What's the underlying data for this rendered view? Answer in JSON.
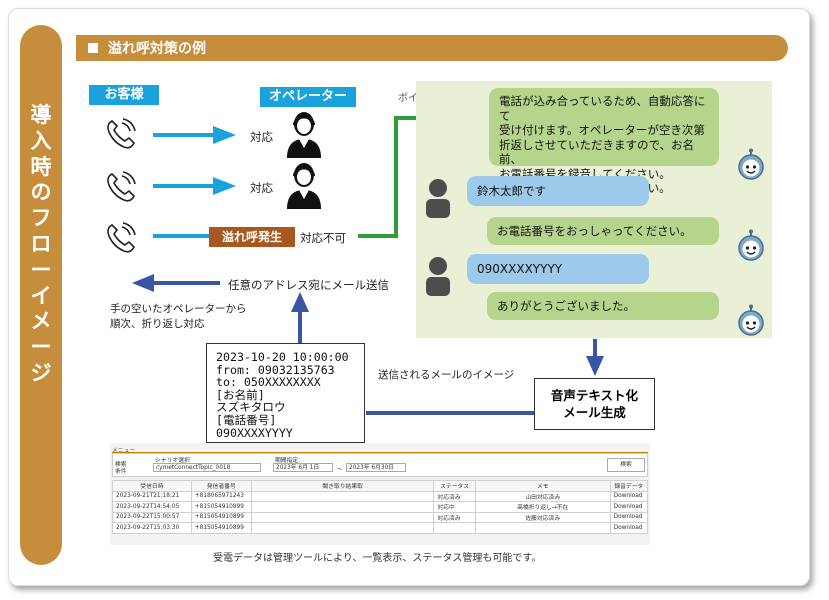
{
  "sidebar_title": [
    "導",
    "入",
    "時",
    "の",
    "フ",
    "ロ",
    "ー",
    "イ",
    "メ",
    "ー",
    "ジ"
  ],
  "header_title": "溢れ呼対策の例",
  "labels": {
    "customer": "お客様",
    "operator": "オペレーター",
    "voicebot": "ボイスボット"
  },
  "flow": {
    "answer1": "対応",
    "answer2": "対応",
    "overflow": "溢れ呼発生",
    "unavailable": "対応不可",
    "mail_send": "任意のアドレス宛にメール送信",
    "callback_line1": "手の空いたオペレーターから",
    "callback_line2": "順次、折り返し対応",
    "mail_image": "送信されるメールのイメージ",
    "voice_to_text_line1": "音声テキスト化",
    "voice_to_text_line2": "メール生成"
  },
  "email_lines": [
    "2023-10-20 10:00:00",
    "from: 09032135763",
    "to: 050XXXXXXXX",
    "[お名前]",
    "スズキタロウ",
    "[電話番号]",
    "090XXXXYYYY"
  ],
  "chat": {
    "bot1": [
      "電話が込み合っているため、自動応答にて",
      "受け付けます。オペレーターが空き次第",
      "折返しさせていただきますので、お名前、",
      "お電話番号を録音してください。",
      "お名前をおっしゃってください。"
    ],
    "user1": "鈴木太郎です",
    "bot2": "お電話番号をおっしゃってください。",
    "user2": "090XXXXYYYY",
    "bot3": "ありがとうございました。"
  },
  "admin": {
    "menu": "メニュー",
    "search_label_1": "検索",
    "search_label_2": "条件",
    "scenario_label": "シナリオ選択",
    "scenario_value": "cymetConnectTopic_0018",
    "period_label": "期間指定:",
    "date_from": "2023年 6月 1日",
    "tilde": "～",
    "date_to": "2023年 6月30日",
    "search_button": "検索",
    "columns": [
      "受信日時",
      "発信者番号",
      "聞き取り結果取",
      "ステータス",
      "メモ",
      "録音データ"
    ],
    "rows": [
      [
        "2023-09-21T21:18:21",
        "+818065971243",
        "",
        "対応済み",
        "山田対応済み",
        "Download"
      ],
      [
        "2023-09-22T14:54:05",
        "+815054910899",
        "",
        "対応中",
        "高橋折り返し→不在",
        "Download"
      ],
      [
        "2023-09-22T15:00:57",
        "+815054910899",
        "",
        "対応済み",
        "佐藤対応済み",
        "Download"
      ],
      [
        "2023-09-22T15:03:30",
        "+815054910899",
        "",
        "",
        "",
        "Download"
      ]
    ]
  },
  "caption": "受電データは管理ツールにより、一覧表示、ステータス管理も可能です。",
  "colors": {
    "accent": "#c68e3c",
    "blue_arrow": "#1aa2dc",
    "green_arrow": "#2e9e3a",
    "navy_arrow": "#3a55a4"
  }
}
